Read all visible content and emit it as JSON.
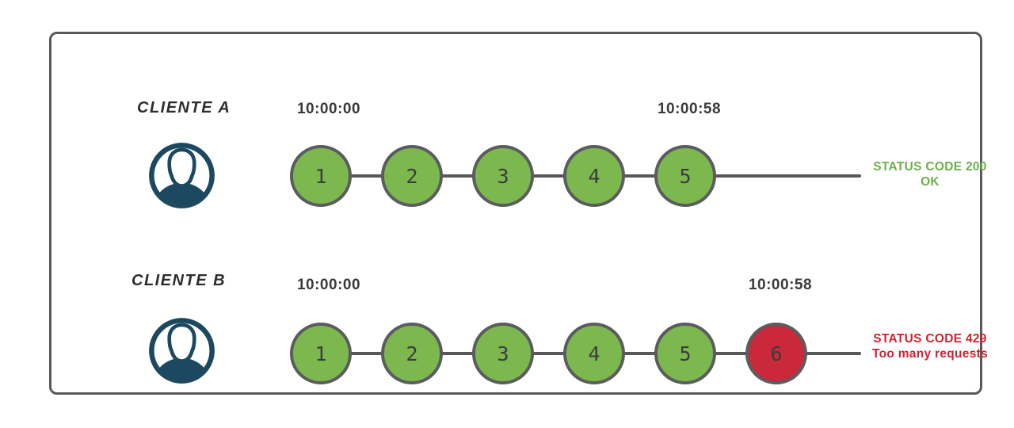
{
  "diagram": {
    "title": "rate-limiting-clients-diagram",
    "colors": {
      "ok_circle": "#7cb84e",
      "error_circle": "#c9293a",
      "ok_status_text": "#6cb04a",
      "error_status_text": "#d0222f",
      "line": "#58585a",
      "frame_border": "#595959",
      "avatar": "#1c4860",
      "label_text": "#2d2d2d",
      "timestamp_text": "#3a3a3a"
    },
    "rows": [
      {
        "client_label": "CLIENTE A",
        "start_time": "10:00:00",
        "end_time": "10:00:58",
        "requests": [
          {
            "label": "1",
            "state": "ok"
          },
          {
            "label": "2",
            "state": "ok"
          },
          {
            "label": "3",
            "state": "ok"
          },
          {
            "label": "4",
            "state": "ok"
          },
          {
            "label": "5",
            "state": "ok"
          }
        ],
        "status": {
          "line1": "STATUS CODE 200",
          "line2": "OK"
        }
      },
      {
        "client_label": "CLIENTE B",
        "start_time": "10:00:00",
        "end_time": "10:00:58",
        "requests": [
          {
            "label": "1",
            "state": "ok"
          },
          {
            "label": "2",
            "state": "ok"
          },
          {
            "label": "3",
            "state": "ok"
          },
          {
            "label": "4",
            "state": "ok"
          },
          {
            "label": "5",
            "state": "ok"
          },
          {
            "label": "6",
            "state": "error"
          }
        ],
        "status": {
          "line1": "STATUS CODE 429",
          "line2": "Too many requests"
        }
      }
    ]
  }
}
